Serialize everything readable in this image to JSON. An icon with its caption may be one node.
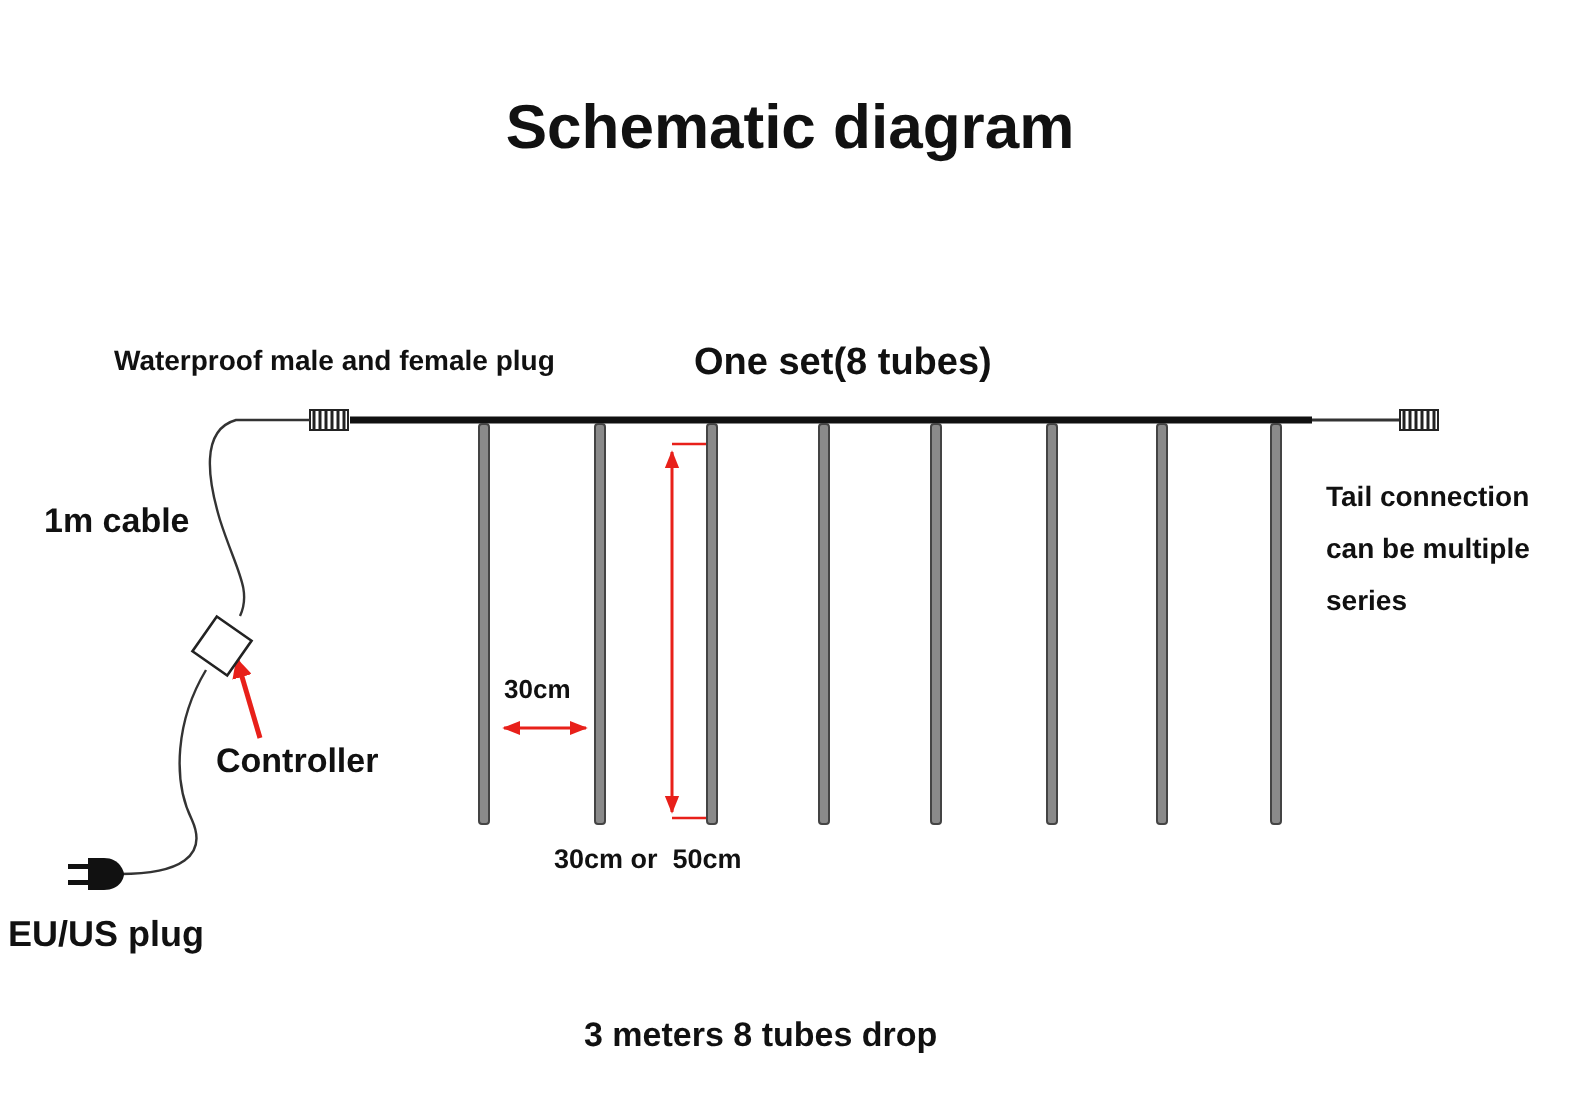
{
  "diagram": {
    "title": "Schematic diagram",
    "nodes": [
      {
        "text": [
          "Controller"
        ]
      },
      {
        "text": [],
        "shape": "box"
      }
    ],
    "edges": [
      {
        "from": 0,
        "to": 1,
        "arrow": "to",
        "color": "#e8201a"
      }
    ],
    "labels": [
      "Waterproof male and female plug",
      "One set(8 tubes)",
      "1m cable",
      "Tail connection can be multiple series",
      "30cm",
      "EU/US plug",
      "30cm or  50cm",
      "3 meters 8 tubes drop"
    ]
  }
}
